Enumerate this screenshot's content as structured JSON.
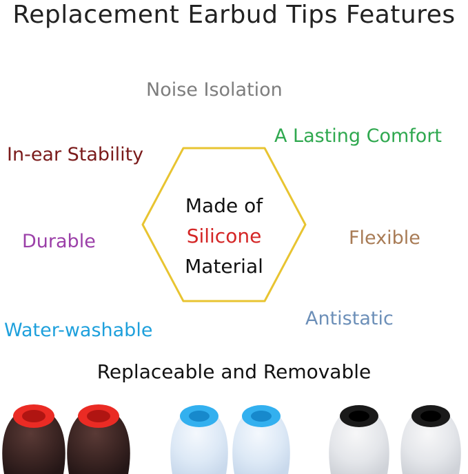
{
  "title": "Replacement Earbud Tips Features",
  "features": {
    "noise_isolation": "Noise Isolation",
    "lasting_comfort": "A Lasting Comfort",
    "in_ear_stability": "In-ear Stability",
    "durable": "Durable",
    "flexible": "Flexible",
    "water_washable": "Water-washable",
    "antistatic": "Antistatic"
  },
  "center": {
    "line1": "Made of",
    "line2": "Silicone",
    "line3": "Material"
  },
  "tagline": "Replaceable and Removable",
  "colors": {
    "hexagon_outline": "#e8c431",
    "noise_isolation": "#7d7d7d",
    "lasting_comfort": "#2fa84f",
    "in_ear_stability": "#7a1a1a",
    "durable": "#9b3fa8",
    "flexible": "#a87b55",
    "water_washable": "#1ea0dc",
    "antistatic": "#6c8fb8",
    "silicone_highlight": "#d42626"
  },
  "earbud_tips": [
    {
      "color": "red-black"
    },
    {
      "color": "red-black"
    },
    {
      "color": "blue-clear"
    },
    {
      "color": "blue-clear"
    },
    {
      "color": "black-clear"
    },
    {
      "color": "black-clear"
    }
  ]
}
